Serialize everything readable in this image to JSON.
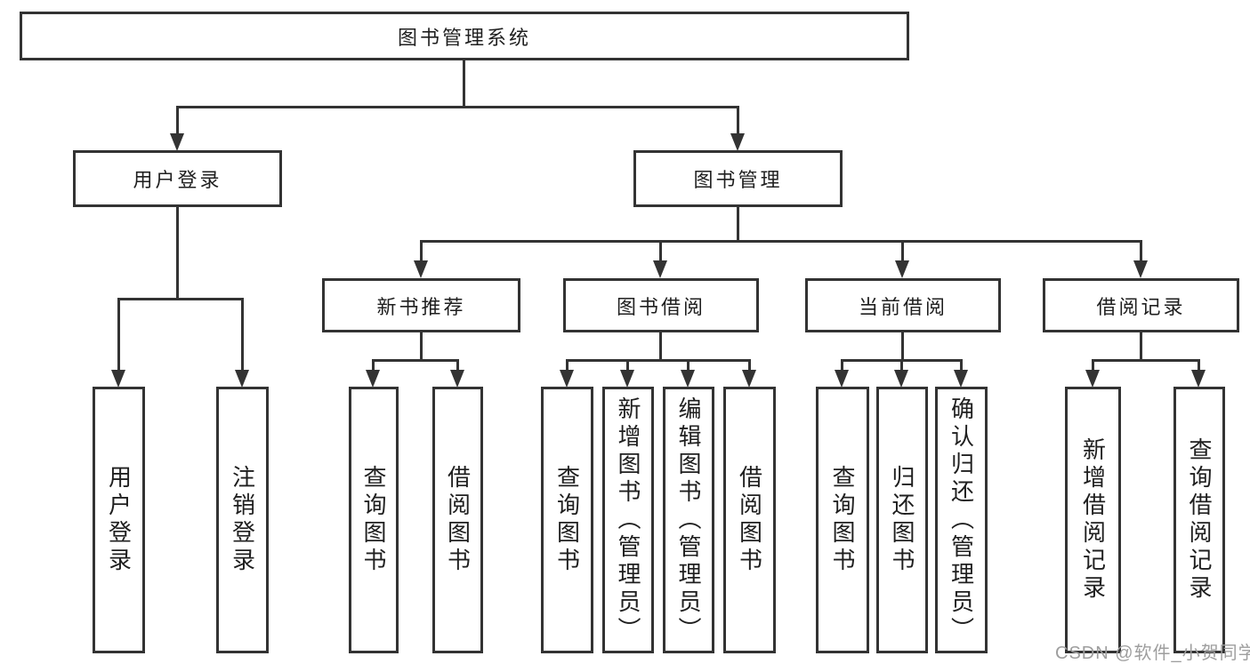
{
  "diagram": {
    "root": {
      "label": "图书管理系统"
    },
    "branches": [
      {
        "label": "用户登录",
        "children": [
          {
            "label": "用户登录"
          },
          {
            "label": "注销登录"
          }
        ]
      },
      {
        "label": "图书管理",
        "children": [
          {
            "label": "新书推荐",
            "children": [
              {
                "label": "查询图书"
              },
              {
                "label": "借阅图书"
              }
            ]
          },
          {
            "label": "图书借阅",
            "children": [
              {
                "label": "查询图书"
              },
              {
                "label": "新增图书（管理员）"
              },
              {
                "label": "编辑图书（管理员）"
              },
              {
                "label": "借阅图书"
              }
            ]
          },
          {
            "label": "当前借阅",
            "children": [
              {
                "label": "查询图书"
              },
              {
                "label": "归还图书"
              },
              {
                "label": "确认归还（管理员）"
              }
            ]
          },
          {
            "label": "借阅记录",
            "children": [
              {
                "label": "新增借阅记录"
              },
              {
                "label": "查询借阅记录"
              }
            ]
          }
        ]
      }
    ]
  },
  "watermark": {
    "text": "CSDN @软件_小贺同学"
  },
  "colors": {
    "line": "#333333",
    "text": "#1f1f1f",
    "background": "#ffffff",
    "watermark": "#9e9e9e"
  }
}
